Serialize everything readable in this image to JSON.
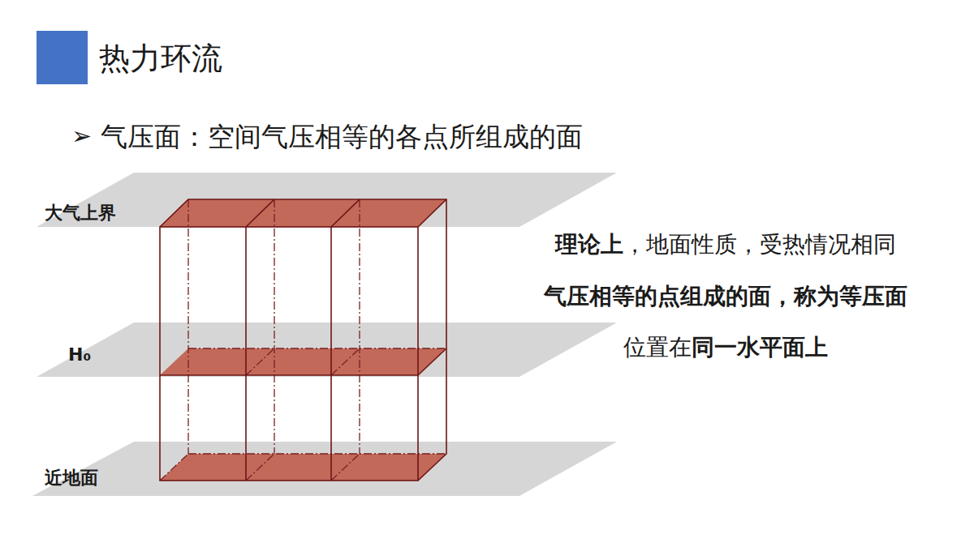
{
  "diagram": {
    "title": "热力环流",
    "labels": [
      "➢",
      "气压面：空间气压相等的各点所组成的面",
      "大气上界",
      "H₀",
      "近地面",
      "理论上",
      "，地面性质，受热情况相同",
      "气压相等的点组成的面，称为等压面",
      "位置在",
      "同一水平面上"
    ]
  }
}
